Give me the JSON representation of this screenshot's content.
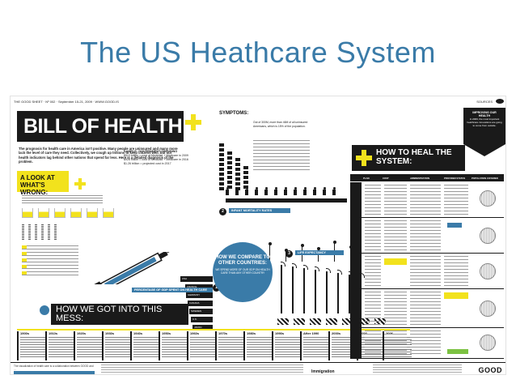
{
  "slide": {
    "title": "The US Heathcare System"
  },
  "poster": {
    "header_left": "THE GOOD SHEET · Nº 002 · September 15-21, 2009 · WWW.GOOD.IS",
    "header_right": "SOURCES",
    "title": "BILL OF HEALTH",
    "intro": "The prognosis for health care in America isn't positive. Many people are uninsured and many more lack the level of care they need. Collectively, we cough up trillions to keep citizens well, but our health indicators lag behind other nations that spend far less. Here is a detailed diagnosis of the problem.",
    "look_label": "A LOOK AT WHAT'S WRONG:",
    "sample_title": "SAMPLE: GOVERNMENT SPENDING",
    "sample_lines": [
      "$513 billion = cost of Medicaid + Medicare in 2009",
      "$926 billion = cost of Medicaid + Medicare in 2016",
      "$1.26 trillion = projected cost in 2017"
    ],
    "symptoms_title": "SYMPTOMS:",
    "symptoms_text": "Out of 300M, more than 46M of all uninsured Americans, which is 15% of the population.",
    "infant_label": "INFANT MORTALITY RATES",
    "life_label": "LIFE EXPECTANCY",
    "compare_title": "HOW WE COMPARE TO OTHER COUNTRIES:",
    "compare_sub": "WE SPEND MORE OF OUR GDP ON HEALTH CARE THAN ANY OTHER COUNTRY",
    "gdp_label": "PERCENTAGE OF GDP SPENT ON HEALTH CARE",
    "got_label": "HOW WE GOT INTO THIS MESS:",
    "how_label": "HOW TO HEAL THE SYSTEM:",
    "badge_title": "IMPROVING OUR HEALTH",
    "badge_text": "In 2009, the most important healthcare innovations are going to come from outside.",
    "footer_left": "The visualization of health care is a collaboration between GOOD and ...",
    "footer_immigration": "Immigration",
    "footer_logo": "GOOD",
    "table_cols": [
      "PLAN",
      "COST",
      "ADMINISTRATION",
      "PROVIDER STATUS",
      "POPULATION COVERED"
    ],
    "country_bars": [
      "USA",
      "FRANCE",
      "GERMANY",
      "CANADA",
      "SWEDEN",
      "U.K.",
      "JAPAN"
    ],
    "timeline": [
      {
        "year": "1900s"
      },
      {
        "year": "1910s"
      },
      {
        "year": "1920s"
      },
      {
        "year": "1930s"
      },
      {
        "year": "1940s"
      },
      {
        "year": "1950s"
      },
      {
        "year": "1960s"
      },
      {
        "year": "1970s"
      },
      {
        "year": "1980s"
      },
      {
        "year": "1990s"
      },
      {
        "year": "After 1990"
      },
      {
        "year": "2000s"
      },
      {
        "year": "2003"
      },
      {
        "year": "2006"
      }
    ]
  }
}
